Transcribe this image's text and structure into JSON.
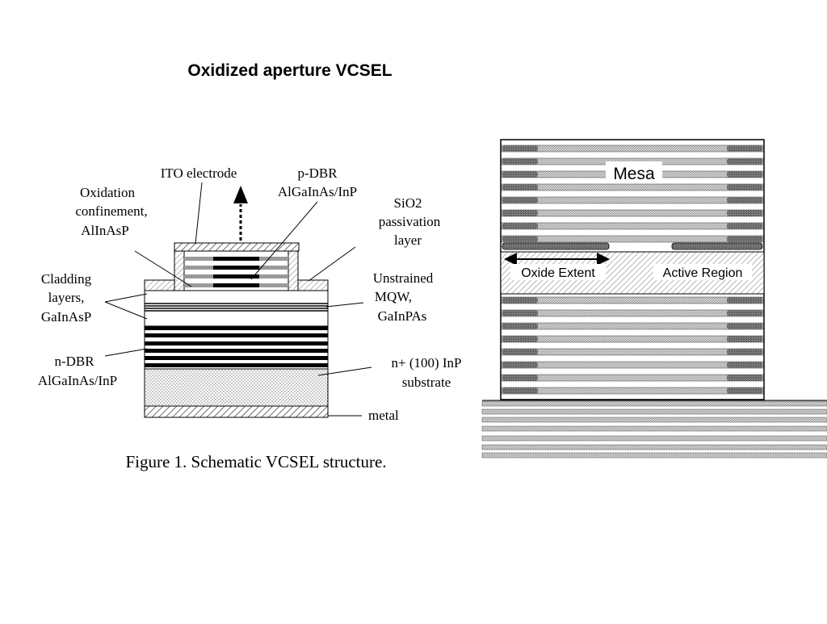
{
  "slide": {
    "title": "Oxidized aperture VCSEL"
  },
  "schematic": {
    "labels": {
      "ito_electrode": "ITO electrode",
      "pdbr_line1": "p-DBR",
      "pdbr_line2": "AlGaInAs/InP",
      "oxidation_line1": "Oxidation",
      "oxidation_line2": "confinement,",
      "oxidation_line3": "AlInAsP",
      "sio2_line1": "SiO2",
      "sio2_line2": "passivation",
      "sio2_line3": "layer",
      "cladding_line1": "Cladding",
      "cladding_line2": "layers,",
      "cladding_line3": "GaInAsP",
      "mqw_line1": "Unstrained",
      "mqw_line2": "MQW,",
      "mqw_line3": "GaInPAs",
      "ndbr_line1": "n-DBR",
      "ndbr_line2": "AlGaInAs/InP",
      "substrate_line1": "n+ (100) InP",
      "substrate_line2": "substrate",
      "metal": "metal"
    },
    "caption": "Figure 1. Schematic VCSEL structure."
  },
  "mesa_figure": {
    "labels": {
      "mesa": "Mesa",
      "oxide_extent": "Oxide Extent",
      "active_region": "Active Region"
    }
  },
  "colors": {
    "line": "#000000",
    "hatch_gray": "#9a9a9a",
    "layer_gray": "#c8c8c8",
    "dark_gray": "#5a5a5a"
  }
}
